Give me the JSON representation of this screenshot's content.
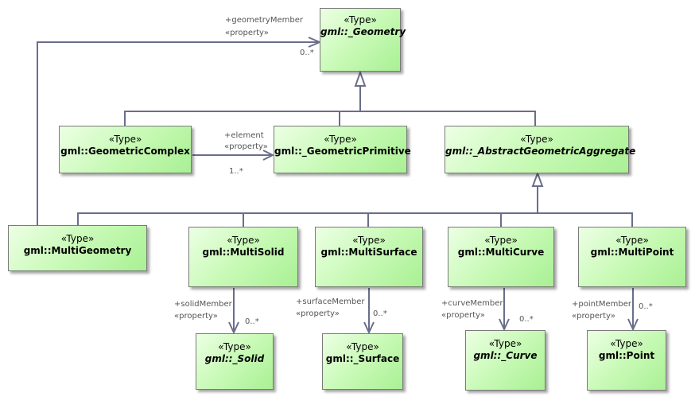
{
  "classes": {
    "geometry": {
      "stereotype": "«Type»",
      "name": "gml::_Geometry"
    },
    "geometric_complex": {
      "stereotype": "«Type»",
      "name": "gml::GeometricComplex"
    },
    "geometric_primitive": {
      "stereotype": "«Type»",
      "name": "gml::_GeometricPrimitive"
    },
    "abstract_aggregate": {
      "stereotype": "«Type»",
      "name": "gml::_AbstractGeometricAggregate"
    },
    "multi_geometry": {
      "stereotype": "«Type»",
      "name": "gml::MultiGeometry"
    },
    "multi_solid": {
      "stereotype": "«Type»",
      "name": "gml::MultiSolid"
    },
    "multi_surface": {
      "stereotype": "«Type»",
      "name": "gml::MultiSurface"
    },
    "multi_curve": {
      "stereotype": "«Type»",
      "name": "gml::MultiCurve"
    },
    "multi_point": {
      "stereotype": "«Type»",
      "name": "gml::MultiPoint"
    },
    "solid": {
      "stereotype": "«Type»",
      "name": "gml::_Solid"
    },
    "surface": {
      "stereotype": "«Type»",
      "name": "gml::_Surface"
    },
    "curve": {
      "stereotype": "«Type»",
      "name": "gml::_Curve"
    },
    "point": {
      "stereotype": "«Type»",
      "name": "gml::Point"
    }
  },
  "associations": {
    "geometry_member": {
      "role": "+geometryMember",
      "stereotype": "«property»",
      "multiplicity": "0..*"
    },
    "element": {
      "role": "+element",
      "stereotype": "«property»",
      "multiplicity": "1..*"
    },
    "solid_member": {
      "role": "+solidMember",
      "stereotype": "«property»",
      "multiplicity": "0..*"
    },
    "surface_member": {
      "role": "+surfaceMember",
      "stereotype": "«property»",
      "multiplicity": "0..*"
    },
    "curve_member": {
      "role": "+curveMember",
      "stereotype": "«property»",
      "multiplicity": "0..*"
    },
    "point_member": {
      "role": "+pointMember",
      "stereotype": "«property»",
      "multiplicity": "0..*"
    }
  },
  "colors": {
    "edge": "#6a6e8a",
    "class_fill": "#c8fab6",
    "class_border": "#7a7a7a"
  }
}
